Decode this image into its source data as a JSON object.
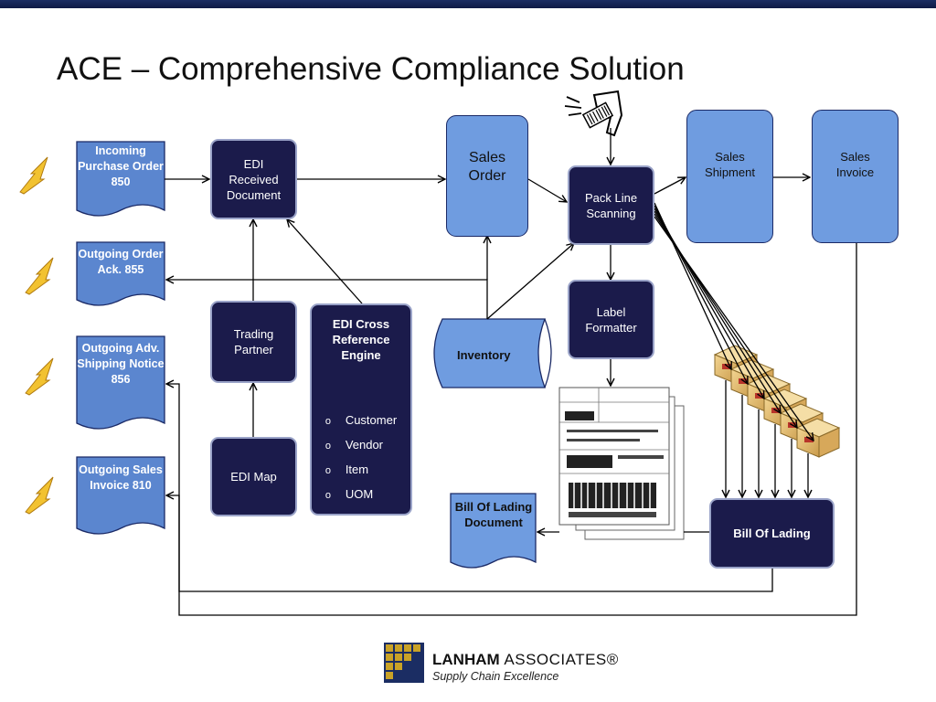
{
  "title": "ACE – Comprehensive Compliance Solution",
  "documents": {
    "incoming_po": "Incoming Purchase Order 850",
    "outgoing_ack": "Outgoing Order Ack. 855",
    "outgoing_asn": "Outgoing Adv. Shipping Notice 856",
    "outgoing_invoice": "Outgoing Sales Invoice 810",
    "bol_document": "Bill Of Lading Document"
  },
  "nodes": {
    "edi_received": "EDI Received Document",
    "trading_partner": "Trading Partner",
    "edi_map": "EDI Map",
    "xref_title": "EDI Cross Reference Engine",
    "xref_items": [
      "Customer",
      "Vendor",
      "Item",
      "UOM"
    ],
    "sales_order": "Sales Order",
    "inventory": "Inventory",
    "pack_line": "Pack Line Scanning",
    "label_formatter": "Label Formatter",
    "sales_shipment": "Sales Shipment",
    "sales_invoice": "Sales Invoice",
    "bill_of_lading": "Bill Of Lading"
  },
  "logo": {
    "name_bold": "LANHAM",
    "name_regular": "ASSOCIATES®",
    "tagline": "Supply Chain Excellence"
  },
  "colors": {
    "dark_box": "#1b1b4b",
    "light_box": "#6f9ce0",
    "doc_fill": "#5b86cf",
    "title_bar": "#1b2d63"
  },
  "icons": [
    "lightning-icon",
    "barcode-scanner-icon",
    "shipping-boxes-icon",
    "shipping-label-icon"
  ]
}
